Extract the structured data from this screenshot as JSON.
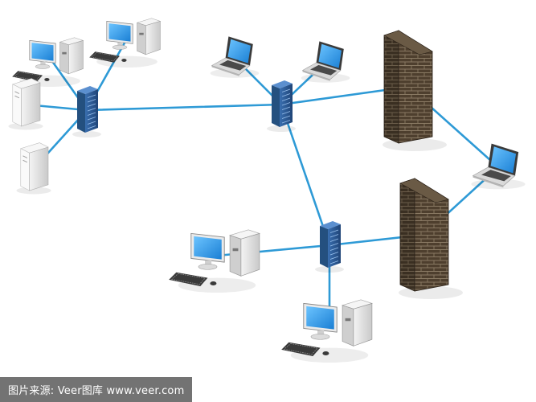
{
  "diagram": {
    "nodes": [
      {
        "id": "desktop-1",
        "type": "desktop"
      },
      {
        "id": "desktop-2",
        "type": "desktop"
      },
      {
        "id": "tower-1",
        "type": "tower"
      },
      {
        "id": "tower-2",
        "type": "tower"
      },
      {
        "id": "switch-1",
        "type": "switch"
      },
      {
        "id": "laptop-1",
        "type": "laptop"
      },
      {
        "id": "laptop-2",
        "type": "laptop"
      },
      {
        "id": "switch-2",
        "type": "switch"
      },
      {
        "id": "firewall-1",
        "type": "firewall"
      },
      {
        "id": "laptop-3",
        "type": "laptop"
      },
      {
        "id": "firewall-2",
        "type": "firewall"
      },
      {
        "id": "switch-3",
        "type": "switch"
      },
      {
        "id": "desktop-3",
        "type": "desktop"
      },
      {
        "id": "desktop-4",
        "type": "desktop"
      }
    ],
    "links": [
      [
        "desktop-1",
        "switch-1"
      ],
      [
        "desktop-2",
        "switch-1"
      ],
      [
        "tower-1",
        "switch-1"
      ],
      [
        "tower-2",
        "switch-1"
      ],
      [
        "switch-1",
        "switch-2"
      ],
      [
        "laptop-1",
        "switch-2"
      ],
      [
        "laptop-2",
        "switch-2"
      ],
      [
        "switch-2",
        "firewall-1"
      ],
      [
        "firewall-1",
        "laptop-3"
      ],
      [
        "laptop-3",
        "firewall-2"
      ],
      [
        "switch-2",
        "switch-3"
      ],
      [
        "switch-3",
        "firewall-2"
      ],
      [
        "switch-3",
        "desktop-3"
      ],
      [
        "switch-3",
        "desktop-4"
      ]
    ],
    "colors": {
      "cable": "#2e9ad6",
      "screen": "#1f8fe0",
      "switch": "#2c5d99",
      "brick": "#4e3f2e",
      "case": "#e4e4e4"
    }
  },
  "watermark": {
    "text": "图片来源: Veer图库 www.veer.com"
  }
}
